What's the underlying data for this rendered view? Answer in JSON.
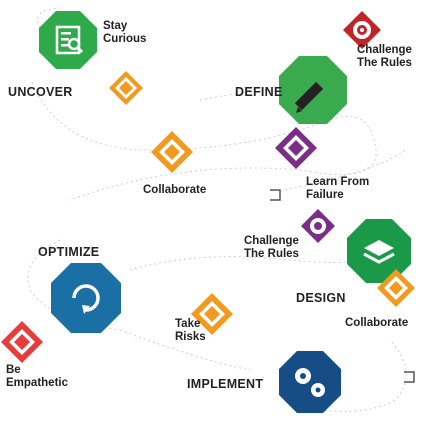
{
  "stages": {
    "uncover": "UNCOVER",
    "define": "DEFINE",
    "optimize": "OPTIMIZE",
    "design": "DESIGN",
    "implement": "IMPLEMENT"
  },
  "values": {
    "stay_curious": [
      "Stay",
      "Curious"
    ],
    "challenge_rules_top": [
      "Challenge",
      "The Rules"
    ],
    "collaborate_top": "Collaborate",
    "learn_from_failure": [
      "Learn From",
      "Failure"
    ],
    "challenge_rules_mid": [
      "Challenge",
      "The Rules"
    ],
    "take_risks": [
      "Take",
      "Risks"
    ],
    "collaborate_right": "Collaborate",
    "be_empathetic": [
      "Be",
      "Empathetic"
    ]
  },
  "icons": {
    "uncover": "stay-curious-search-icon",
    "define": "pencil-icon",
    "optimize": "refresh-icon",
    "design": "layers-icon",
    "implement": "gears-icon",
    "values": [
      "eye-pin-icon",
      "handshake-pin-icon",
      "lightbulb-pin-icon",
      "shield-pin-icon",
      "compass-pin-icon",
      "heart-pin-icon"
    ]
  },
  "colors": {
    "uncover": "#2eaa4a",
    "define": "#3aaa4e",
    "optimize": "#1a6fa5",
    "design": "#1a9a48",
    "implement": "#174d86",
    "challenge": "#c0252a",
    "collaborate": "#f29a1f",
    "learn": "#7b2e86",
    "risk": "#f29a1f",
    "empathy": "#e43d3a",
    "text": "#222222",
    "connector": "#cfcfcf"
  }
}
